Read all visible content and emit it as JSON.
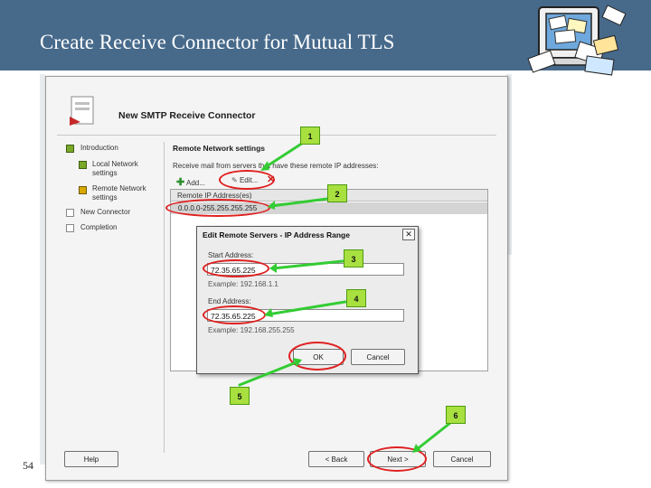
{
  "slide": {
    "title": "Create Receive Connector for Mutual TLS",
    "number": "54"
  },
  "wizard": {
    "title": "New SMTP Receive Connector",
    "nav": [
      {
        "label": "Introduction",
        "state": "done"
      },
      {
        "label": "Local Network settings",
        "state": "done"
      },
      {
        "label": "Remote Network settings",
        "state": "active"
      },
      {
        "label": "New Connector",
        "state": "pending"
      },
      {
        "label": "Completion",
        "state": "pending"
      }
    ],
    "section_title": "Remote Network settings",
    "receive_text": "Receive mail from servers that have these remote IP addresses:",
    "toolbar": {
      "add": "Add...",
      "edit": "Edit..."
    },
    "list": {
      "header": "Remote IP Address(es)",
      "rows": [
        "0.0.0.0-255.255.255.255"
      ]
    },
    "buttons": {
      "help": "Help",
      "back": "< Back",
      "next": "Next >",
      "cancel": "Cancel"
    }
  },
  "dialog": {
    "title": "Edit Remote Servers - IP Address Range",
    "start_label": "Start Address:",
    "start_value": "72.35.65.225",
    "start_example": "Example: 192.168.1.1",
    "end_label": "End Address:",
    "end_value": "72.35.65.225",
    "end_example": "Example: 192.168.255.255",
    "ok": "OK",
    "cancel": "Cancel"
  },
  "callouts": [
    "1",
    "2",
    "3",
    "4",
    "5",
    "6"
  ],
  "colors": {
    "header_bg": "#476a8b",
    "callout_fill": "#a8e040",
    "highlight_ring": "#e02020"
  },
  "icons": {
    "close": "close-icon",
    "add": "add-icon",
    "edit": "edit-icon",
    "delete": "delete-icon",
    "wizard": "wizard-icon",
    "clipart": "mail-computer-clipart"
  }
}
